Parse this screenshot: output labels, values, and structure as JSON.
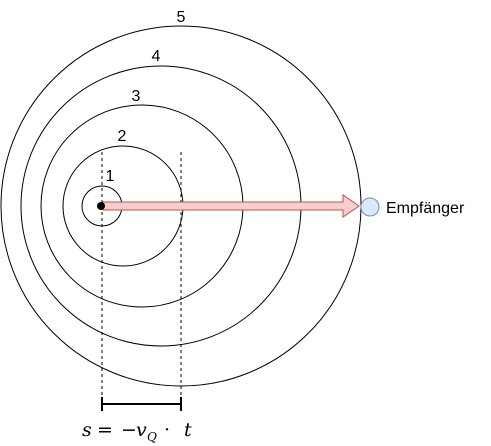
{
  "wavefronts": [
    {
      "label": "1"
    },
    {
      "label": "2"
    },
    {
      "label": "3"
    },
    {
      "label": "4"
    },
    {
      "label": "5"
    }
  ],
  "receiver": {
    "label": "Empfänger",
    "color": "#dae8fc",
    "stroke": "#6c8ebf"
  },
  "arrow": {
    "fill": "#f8cecc",
    "stroke": "#b85450"
  },
  "formula": {
    "s": "s",
    "eq": "=",
    "minus": "−",
    "v": "v",
    "sub": "Q",
    "dot": "·",
    "t": "t"
  }
}
